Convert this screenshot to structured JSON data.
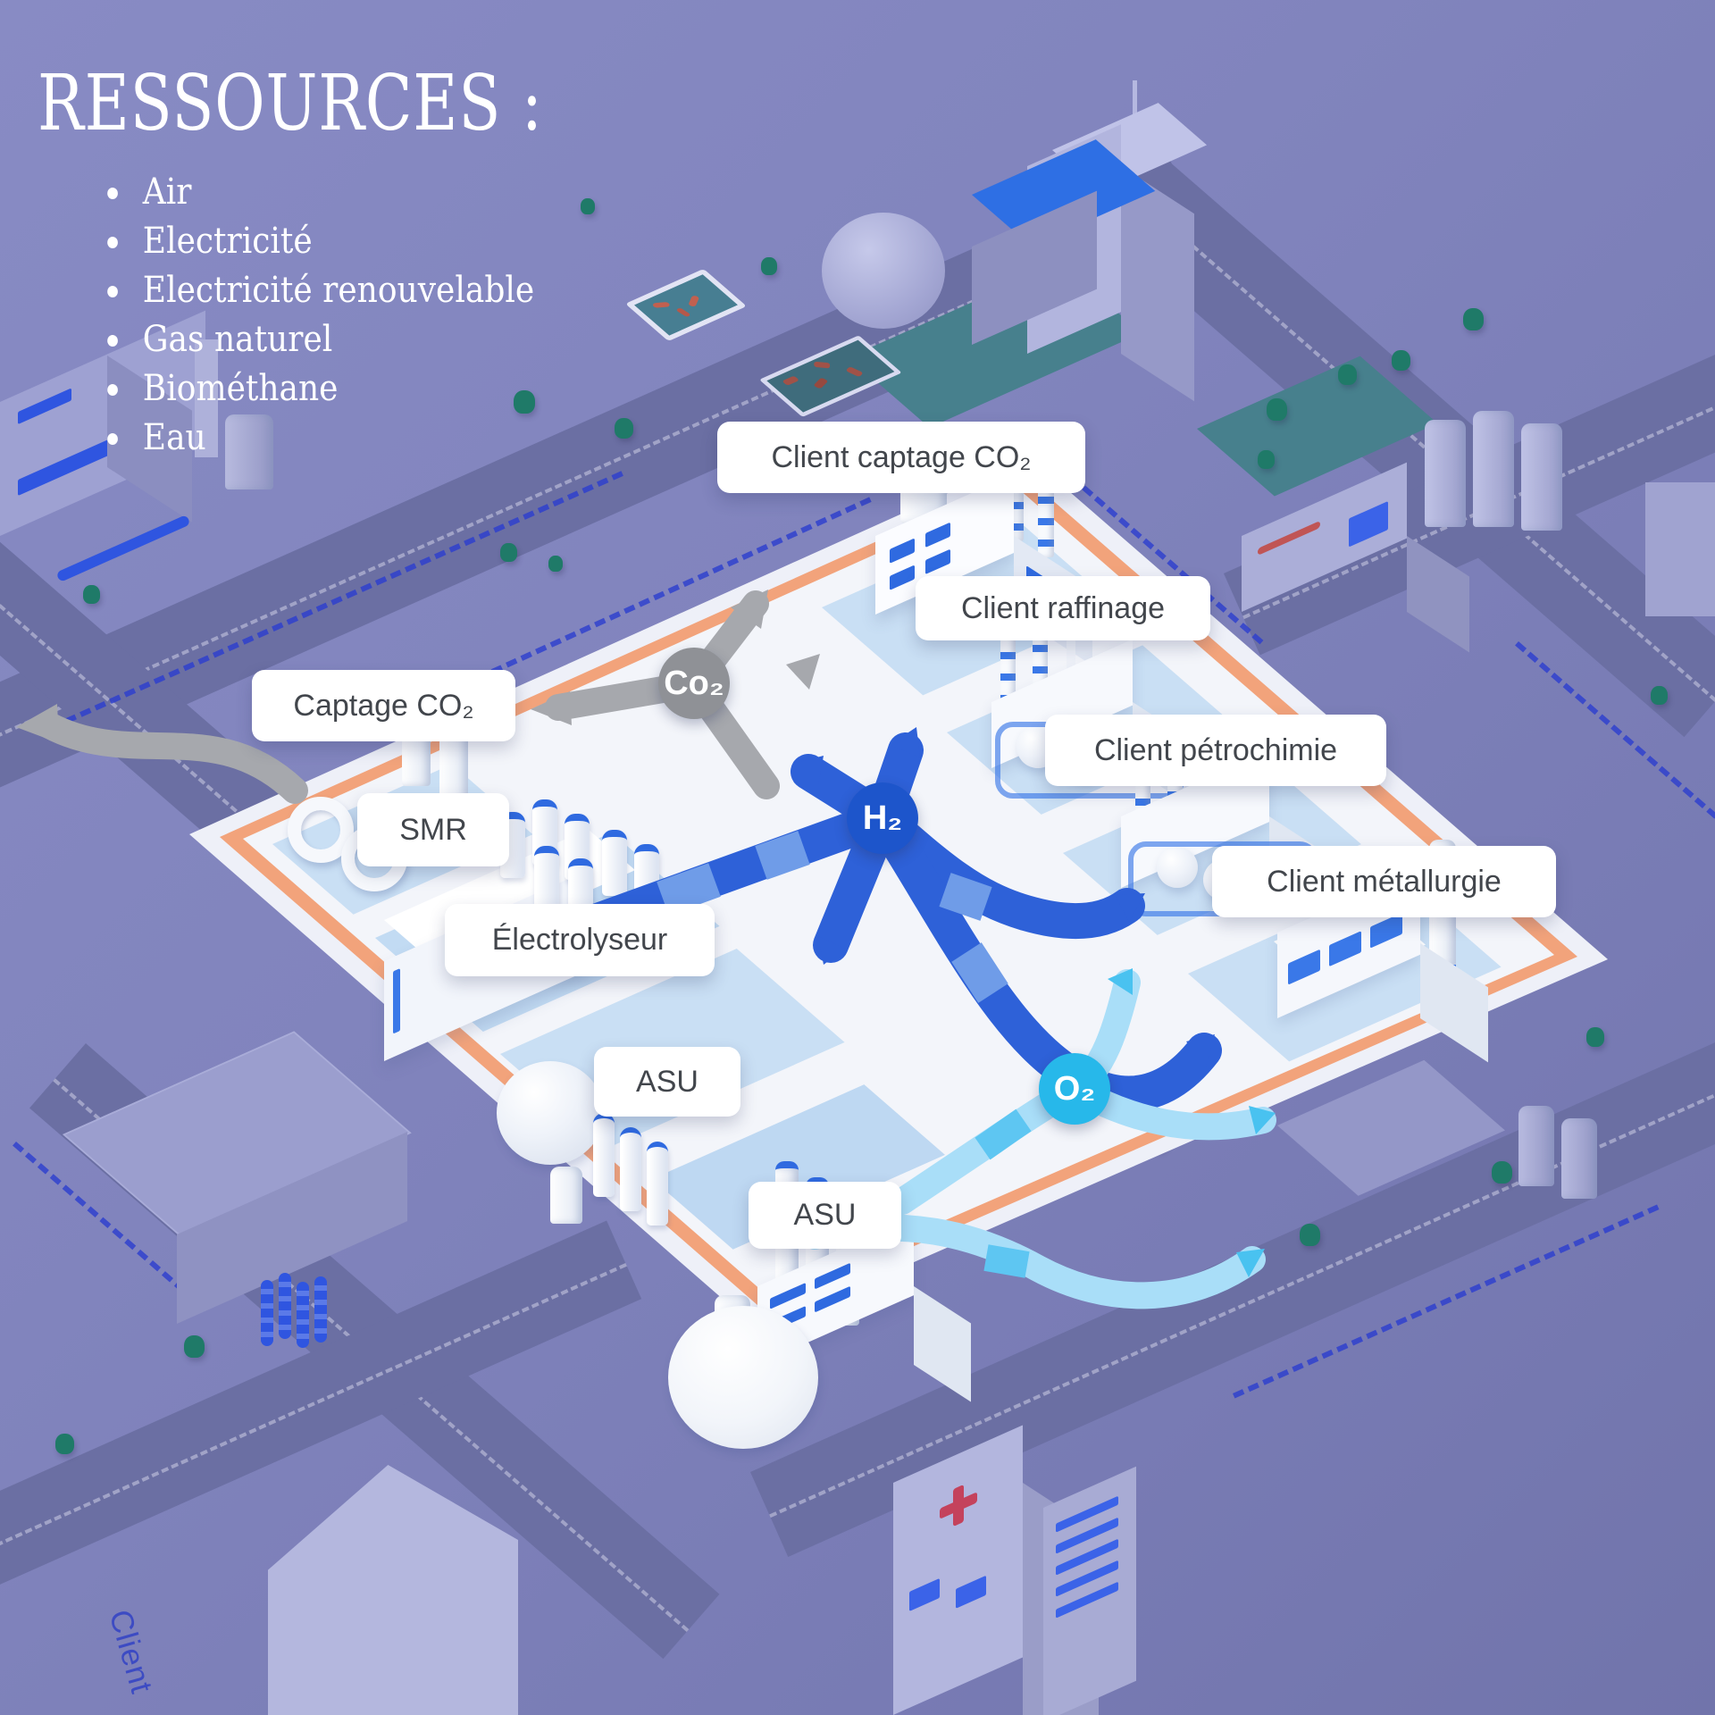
{
  "header": {
    "title": "RESSOURCES :",
    "resources": [
      "Air",
      "Electricité",
      "Electricité renouvelable",
      "Gas naturel",
      "Biométhane",
      "Eau"
    ]
  },
  "site_labels": {
    "captage_co2": "Captage CO₂",
    "smr": "SMR",
    "electrolyseur": "Électrolyseur",
    "asu_1": "ASU",
    "asu_2": "ASU"
  },
  "client_labels": {
    "captage_co2": "Client captage CO₂",
    "raffinage": "Client raffinage",
    "petrochimie": "Client pétrochimie",
    "metallurgie": "Client métallurgie"
  },
  "badges": {
    "co2": {
      "text": "Co₂",
      "color": "#8f9196"
    },
    "h2": {
      "text": "H₂",
      "color": "#1d55cb"
    },
    "o2": {
      "text": "O₂",
      "color": "#27b8ea"
    }
  },
  "ground_label": "Client",
  "colors": {
    "ground": "#8184bd",
    "road": "#6b6fa3",
    "platform_border": "#f2a37b",
    "platform_fill": "#f3f5fa",
    "pad_blue": "#c9dff4",
    "co2_ribbon": "#a6a8ad",
    "h2_ribbon": "#2e61d8",
    "o2_ribbon": "#a9def8",
    "park_teal": "#47808d",
    "tree_teal": "#1f7a68",
    "label_text": "#42464c"
  }
}
